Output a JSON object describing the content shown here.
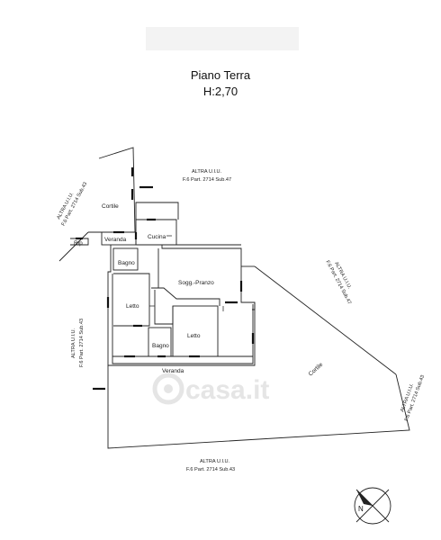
{
  "header": {
    "title": "Piano Terra",
    "height": "H:2,70"
  },
  "rooms": {
    "cortile_top": "Cortile",
    "veranda_top": "Veranda",
    "cucina": "Cucina",
    "rip": "Rip",
    "bagno_top": "Bagno",
    "soggiorno": "Sogg.-Pranzo",
    "letto_left": "Letto",
    "letto_right": "Letto",
    "bagno_bottom": "Bagno",
    "veranda_bottom": "Veranda",
    "cortile_right": "Cortile"
  },
  "neighbors": {
    "top_title": "ALTRA U.I.U.",
    "top_ref": "F.6 Part. 2714 Sub.47",
    "left_diag_title": "ALTRA U.I.U.",
    "left_diag_ref": "F.6 Part. 2714 Sub.43",
    "left_title": "ALTRA U.I.U.",
    "left_ref": "F.6 Part. 2714 Sub.43",
    "right_title": "ALTRA U.I.U.",
    "right_ref": "F.6 Part. 2714 Sub.47",
    "far_right_title": "ALTRA U.I.U.",
    "far_right_ref": "F.6 Part. 2714 Sub.43",
    "bottom_title": "ALTRA U.I.U.",
    "bottom_ref": "F.6 Part. 2714 Sub.43"
  },
  "compass": {
    "label": "N"
  },
  "watermark": {
    "text": "casa.it"
  }
}
